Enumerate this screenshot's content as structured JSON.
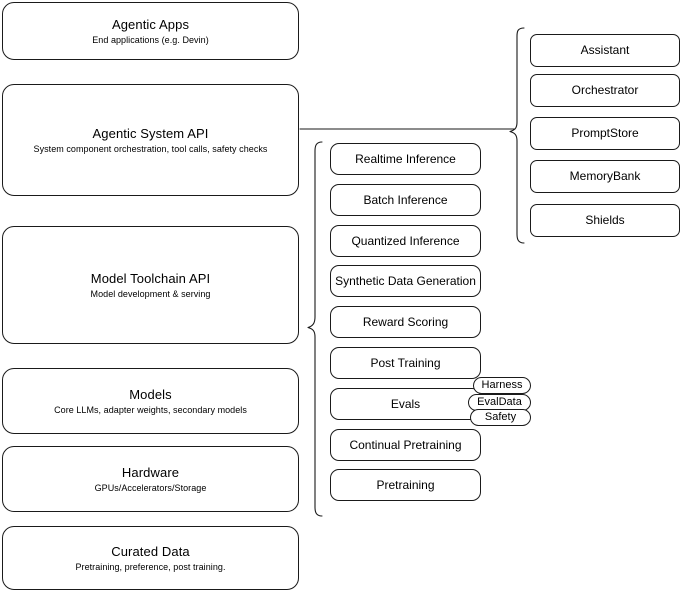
{
  "diagram": {
    "title": "Llama Stack layered architecture diagram",
    "stroke_color": "#1a1a1a",
    "background_color": "#ffffff"
  },
  "stack_layers": [
    {
      "name": "agentic-apps",
      "title": "Agentic Apps",
      "subtitle": "End applications (e.g. Devin)"
    },
    {
      "name": "agentic-system-api",
      "title": "Agentic System API",
      "subtitle": "System component orchestration, tool calls, safety checks"
    },
    {
      "name": "model-toolchain-api",
      "title": "Model Toolchain API",
      "subtitle": "Model development & serving"
    },
    {
      "name": "models",
      "title": "Models",
      "subtitle": "Core LLMs, adapter weights, secondary models"
    },
    {
      "name": "hardware",
      "title": "Hardware",
      "subtitle": "GPUs/Accelerators/Storage"
    },
    {
      "name": "curated-data",
      "title": "Curated Data",
      "subtitle": "Pretraining, preference, post training."
    }
  ],
  "toolchain_capabilities": [
    {
      "name": "realtime-inference",
      "label": "Realtime Inference"
    },
    {
      "name": "batch-inference",
      "label": "Batch Inference"
    },
    {
      "name": "quantized-inference",
      "label": "Quantized Inference"
    },
    {
      "name": "synthetic-data-generation",
      "label": "Synthetic Data Generation"
    },
    {
      "name": "reward-scoring",
      "label": "Reward Scoring"
    },
    {
      "name": "post-training",
      "label": "Post Training"
    },
    {
      "name": "evals",
      "label": "Evals"
    },
    {
      "name": "continual-pretraining",
      "label": "Continual Pretraining"
    },
    {
      "name": "pretraining",
      "label": "Pretraining"
    }
  ],
  "evals_subcomponents": [
    {
      "name": "harness",
      "label": "Harness"
    },
    {
      "name": "evaldata",
      "label": "EvalData"
    },
    {
      "name": "safety",
      "label": "Safety"
    }
  ],
  "agentic_system_components": [
    {
      "name": "assistant",
      "label": "Assistant"
    },
    {
      "name": "orchestrator",
      "label": "Orchestrator"
    },
    {
      "name": "promptstore",
      "label": "PromptStore"
    },
    {
      "name": "memorybank",
      "label": "MemoryBank"
    },
    {
      "name": "shields",
      "label": "Shields"
    }
  ]
}
